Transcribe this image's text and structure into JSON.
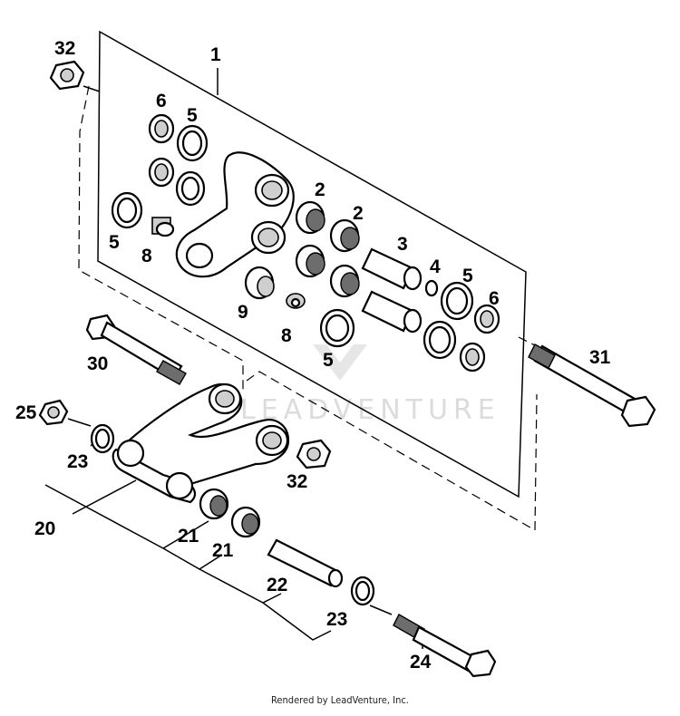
{
  "diagram": {
    "callouts": {
      "c32a": "32",
      "c1": "1",
      "c6a": "6",
      "c5a": "5",
      "c2a": "2",
      "c2b": "2",
      "c3": "3",
      "c4": "4",
      "c5b": "5",
      "c6b": "6",
      "c5c": "5",
      "c8a": "8",
      "c9": "9",
      "c8b": "8",
      "c5d": "5",
      "c30": "30",
      "c31": "31",
      "c25": "25",
      "c23a": "23",
      "c32b": "32",
      "c20": "20",
      "c21a": "21",
      "c21b": "21",
      "c22": "22",
      "c23b": "23",
      "c24": "24"
    },
    "watermark": "LEADVENTURE"
  },
  "footer": {
    "text": "Rendered by LeadVenture, Inc."
  }
}
